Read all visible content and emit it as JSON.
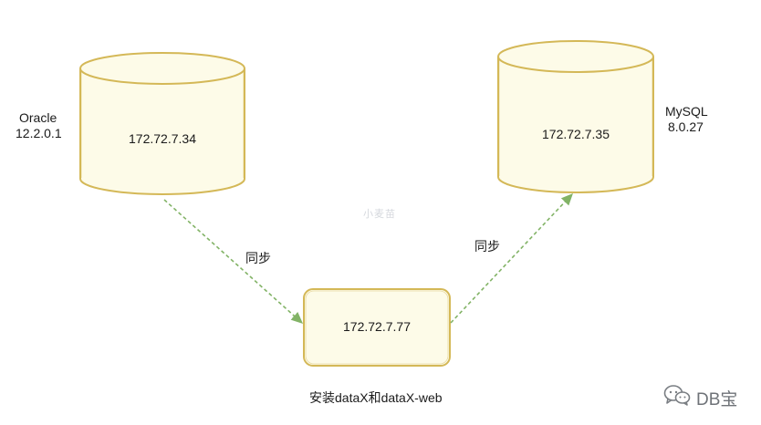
{
  "nodes": {
    "oracle": {
      "ip": "172.72.7.34",
      "name": "Oracle",
      "version": "12.2.0.1"
    },
    "mysql": {
      "ip": "172.72.7.35",
      "name": "MySQL",
      "version": "8.0.27"
    },
    "middle": {
      "ip": "172.72.7.77",
      "caption": "安装dataX和dataX-web"
    }
  },
  "edges": [
    {
      "from": "oracle",
      "to": "middle",
      "label": "同步"
    },
    {
      "from": "middle",
      "to": "mysql",
      "label": "同步"
    }
  ],
  "watermark": "小麦苗",
  "brand": {
    "text": "DB宝",
    "icon": "wechat-icon"
  },
  "colors": {
    "node_stroke": "#d4b857",
    "node_fill": "#fdfbe8",
    "arrow": "#82b366"
  }
}
